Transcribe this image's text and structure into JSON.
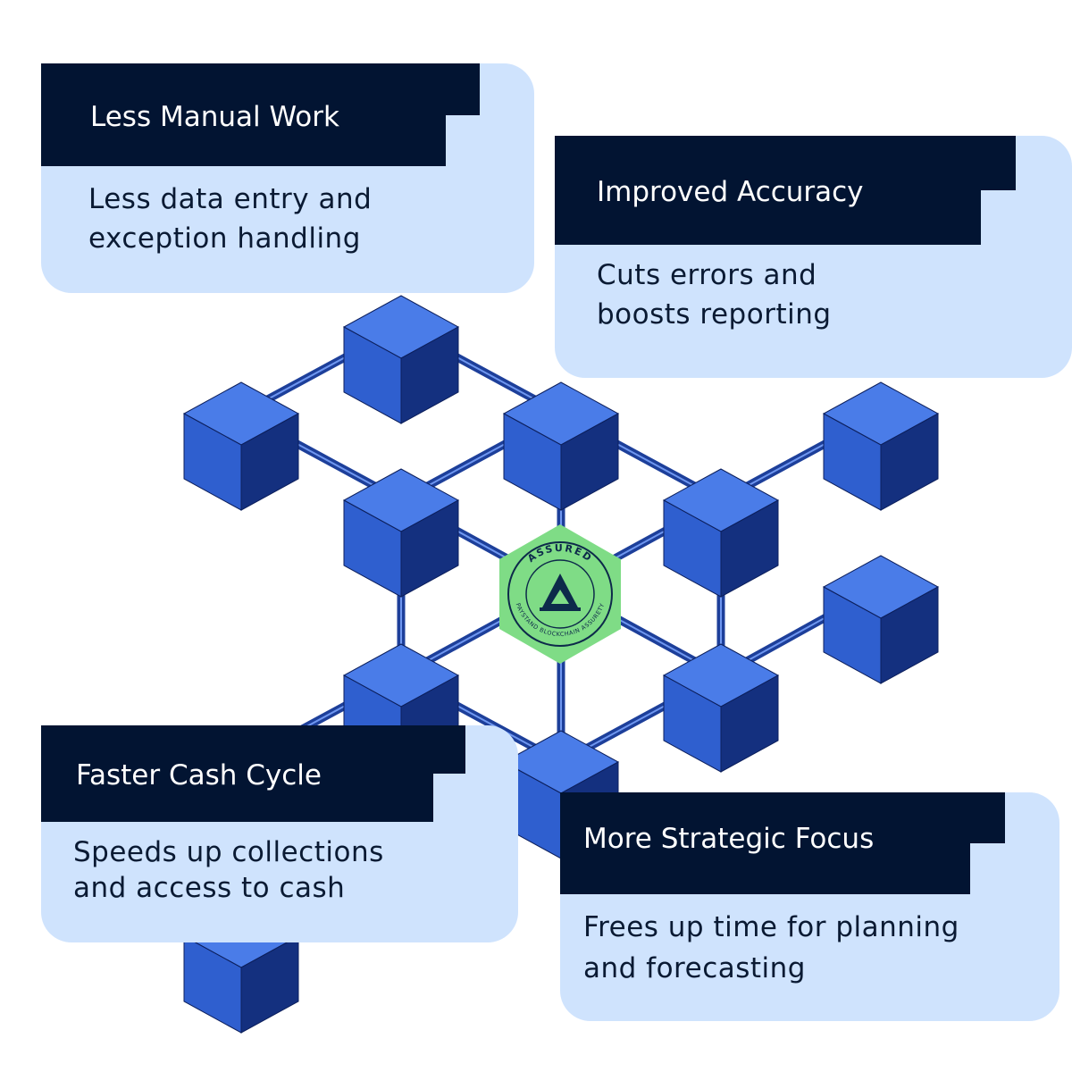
{
  "badge": {
    "label": "ASSURED",
    "ring_text": "PAYSTAND BLOCKCHAIN ASSURETY",
    "color": "#7fdc86"
  },
  "colors": {
    "cube": "#2f5fcf",
    "cube_top": "#4a7ce8",
    "header": "#021432",
    "card": "#cfe3fd"
  },
  "cards": [
    {
      "title": "Less Manual Work",
      "lines": [
        "Less data entry and",
        "exception handling"
      ]
    },
    {
      "title": "Improved Accuracy",
      "lines": [
        "Cuts errors and",
        "boosts reporting"
      ]
    },
    {
      "title": "Faster Cash Cycle",
      "lines": [
        "Speeds up collections",
        "and access to cash"
      ]
    },
    {
      "title": "More Strategic Focus",
      "lines": [
        "Frees up time for planning",
        "and forecasting"
      ]
    }
  ]
}
